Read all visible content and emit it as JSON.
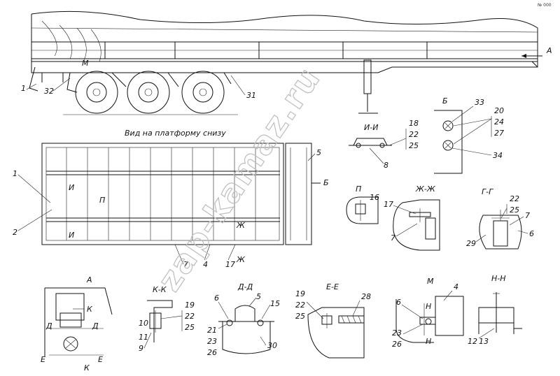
{
  "page": {
    "corner_note": "№ 000"
  },
  "watermark": "zap-kamaz.ru",
  "side_view": {
    "callouts": [
      "1",
      "32",
      "31"
    ],
    "mark_m": "М",
    "arrow_a": "А"
  },
  "bottom_view": {
    "caption": "Вид на платформу снизу",
    "callouts": [
      "1",
      "2",
      "5",
      "7",
      "4",
      "17"
    ],
    "section_marks": [
      "И",
      "И",
      "П",
      "Ж",
      "Ж",
      "Б"
    ]
  },
  "detail_ii": {
    "title": "И-И",
    "callouts": [
      "18",
      "22",
      "25",
      "8"
    ]
  },
  "detail_b": {
    "title": "Б",
    "callouts": [
      "33",
      "20",
      "24",
      "27",
      "34"
    ]
  },
  "detail_p": {
    "title": "П",
    "callouts": [
      "16"
    ]
  },
  "detail_zhzh": {
    "title": "Ж-Ж",
    "callouts": [
      "17",
      "7"
    ]
  },
  "detail_gg": {
    "title": "Г-Г",
    "callouts": [
      "22",
      "25",
      "7",
      "6",
      "29"
    ]
  },
  "detail_a": {
    "title": "А",
    "marks": [
      "К",
      "Д",
      "Д",
      "Е",
      "Е",
      "К"
    ]
  },
  "detail_kk": {
    "title": "К-К",
    "callouts": [
      "19",
      "22",
      "25",
      "10",
      "11",
      "9"
    ]
  },
  "detail_dd": {
    "title": "Д-Д",
    "callouts": [
      "6",
      "5",
      "15",
      "21",
      "23",
      "26",
      "30"
    ]
  },
  "detail_ee": {
    "title": "Е-Е",
    "callouts": [
      "19",
      "22",
      "25",
      "28"
    ]
  },
  "detail_m": {
    "title": "М",
    "callouts": [
      "4",
      "6",
      "23",
      "26"
    ],
    "marks": [
      "Н",
      "Н"
    ]
  },
  "detail_nn": {
    "title": "Н-Н",
    "callouts": [
      "12",
      "13"
    ]
  }
}
